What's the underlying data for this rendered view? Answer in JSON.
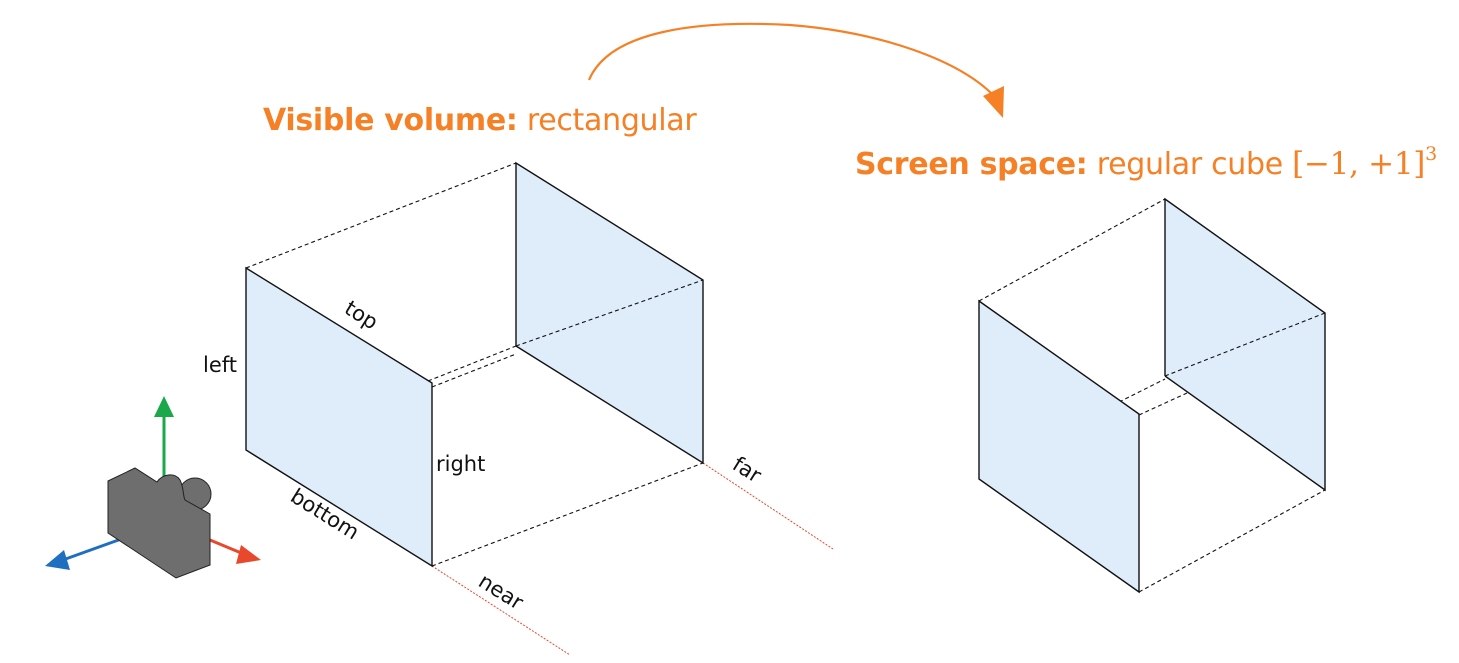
{
  "colors": {
    "accent": "#f58025",
    "panel_fill": "#deedf9",
    "edge": "#111111",
    "ray": "#e8482c",
    "camera_body": "#6e6e6e",
    "axis_up": "#1aa84a",
    "axis_right": "#e8482c",
    "axis_forward": "#1f6fc1"
  },
  "left_diagram": {
    "heading_bold": "Visible volume:",
    "heading_rest": "rectangular",
    "labels": {
      "top": "top",
      "left": "left",
      "right": "right",
      "bottom": "bottom",
      "near": "near",
      "far": "far"
    },
    "camera_icon": "camera-icon"
  },
  "right_diagram": {
    "heading_bold": "Screen space:",
    "heading_rest": "regular cube",
    "math_interval": "[−1, +1]",
    "math_exponent": "3"
  },
  "transition_arrow_icon": "curved-arrow-icon"
}
